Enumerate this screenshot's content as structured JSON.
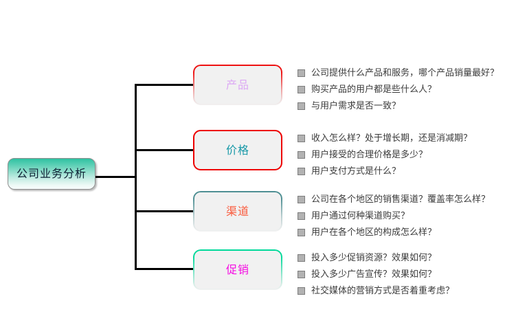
{
  "diagram": {
    "title": "公司业务分析",
    "type": "mind-map",
    "root": {
      "label": "公司业务分析",
      "text_color": "#0d2033",
      "fill_top": "#2ec2a2",
      "fill_bottom": "#f7fcfb",
      "border_color": "#8d8d8d"
    },
    "connector_color": "#000000",
    "bullet": {
      "icon": "square-bullet-icon",
      "fill": "#b2b2b2",
      "border": "#7d7d7d"
    },
    "branches": [
      {
        "label": "产品",
        "text_color": "#dca8f4",
        "border_color": "#ee1111",
        "fill": "#f1f1f1",
        "questions": [
          "公司提供什么产品和服务，哪个产品销量最好？",
          "购买产品的用户都是些什么人？",
          "与用户需求是否一致？"
        ]
      },
      {
        "label": "价格",
        "text_color": "#1899a8",
        "border_color": "#ee0000",
        "fill": "#f1f1f1",
        "questions": [
          "收入怎么样？处于增长期，还是消减期？",
          "用户接受的合理价格是多少？",
          "用户支付方式是什么？"
        ]
      },
      {
        "label": "渠道",
        "text_color": "#fa5a3c",
        "border_color": "#4e8f93",
        "fill": "#f1f1f1",
        "questions": [
          "公司在各个地区的销售渠道？覆盖率怎么样？",
          "用户通过何种渠道购买？",
          "用户在各个地区的构成怎么样？"
        ]
      },
      {
        "label": "促销",
        "text_color": "#f50ce2",
        "border_color": "#00d99a",
        "fill": "#f1f1f1",
        "questions": [
          "投入多少促销资源？效果如何？",
          "投入多少广告宣传？效果如何？",
          "社交媒体的营销方式是否着重考虑？"
        ]
      }
    ]
  }
}
